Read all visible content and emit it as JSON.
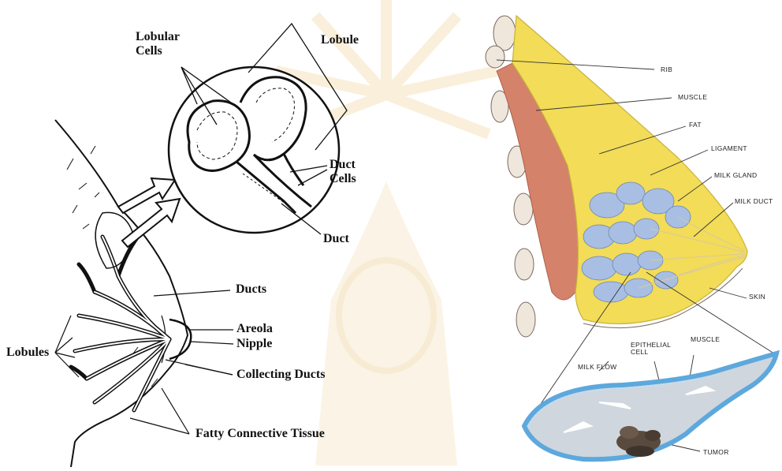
{
  "left_diagram": {
    "inset": {
      "lobular_cells_line1": "Lobular",
      "lobular_cells_line2": "Cells",
      "lobule": "Lobule",
      "duct_cells_line1": "Duct",
      "duct_cells_line2": "Cells",
      "duct": "Duct"
    },
    "ducts": "Ducts",
    "areola": "Areola",
    "nipple": "Nipple",
    "collecting_ducts": "Collecting Ducts",
    "lobules": "Lobules",
    "fatty_connective_tissue": "Fatty Connective Tissue"
  },
  "right_diagram": {
    "rib": "RIB",
    "muscle": "MUSCLE",
    "fat": "FAT",
    "ligament": "LIGAMENT",
    "milk_gland": "MILK GLAND",
    "milk_duct": "MILK DUCT",
    "skin": "SKIN",
    "inset": {
      "epithelial_cell_line1": "EPITHELIAL",
      "epithelial_cell_line2": "CELL",
      "muscle": "MUSCLE",
      "milk_flow": "MILK FLOW",
      "tumor": "TUMOR"
    }
  },
  "colors": {
    "line": "#111111",
    "fat": "#f3e05a",
    "muscle": "#d9876a",
    "gland": "#9fb8df",
    "duct_wall": "#6fb0de",
    "tumor": "#5a4a3e",
    "watermark": "#f7e6c4"
  }
}
